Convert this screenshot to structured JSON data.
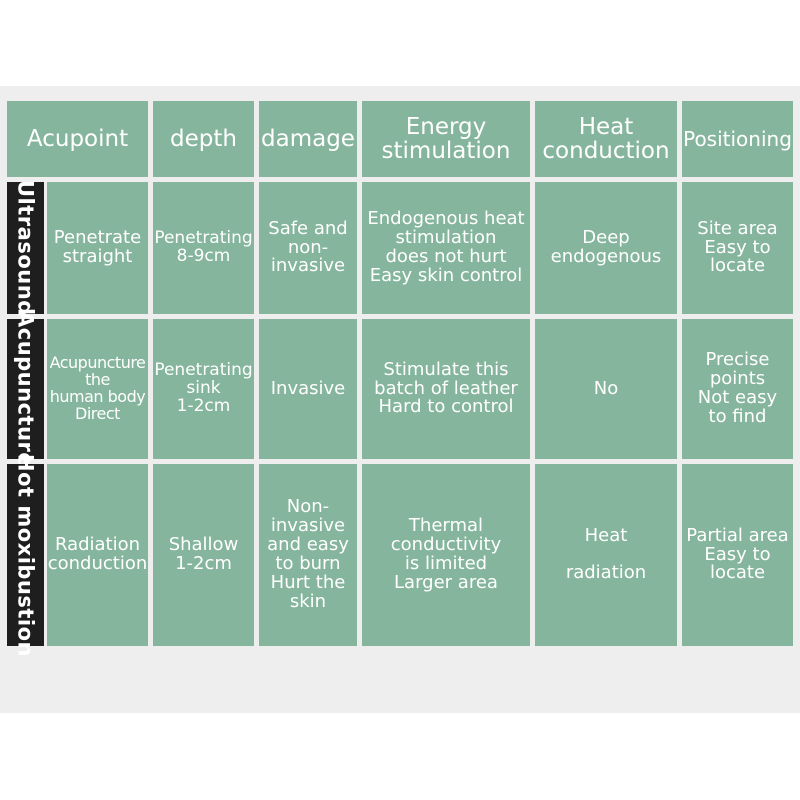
{
  "colors": {
    "cell": "#85b59d",
    "label_bg": "#1e1e1e",
    "panel": "#eeeeee",
    "text": "#ffffff"
  },
  "table": {
    "headers": [
      "Acupoint",
      "depth",
      "damage",
      "Energy\nstimulation",
      "Heat\nconduction",
      "Positioning"
    ],
    "rows": [
      {
        "label": "Ultrasound",
        "cells": [
          "Penetrate\nstraight",
          "Penetrating\n8-9cm",
          "Safe and\nnon-\ninvasive",
          "Endogenous heat\nstimulation\ndoes not hurt\nEasy skin control",
          "Deep\nendogenous",
          "Site area\nEasy to\nlocate"
        ]
      },
      {
        "label": "Acupuncture",
        "cells": [
          "Acupuncture\nthe\nhuman body\nDirect",
          "Penetrating\nsink\n1-2cm",
          "Invasive",
          "Stimulate this\nbatch of leather\nHard to control",
          "No",
          "Precise\npoints\nNot easy\nto find"
        ]
      },
      {
        "label": "Hot moxibustion",
        "cells": [
          "Radiation\nconduction",
          "Shallow\n1-2cm",
          "Non-\ninvasive\nand easy\nto burn\nHurt the\nskin",
          "Thermal\nconductivity\nis limited\nLarger area",
          "Heat\n\nradiation",
          "Partial area\nEasy to\nlocate"
        ]
      }
    ]
  }
}
